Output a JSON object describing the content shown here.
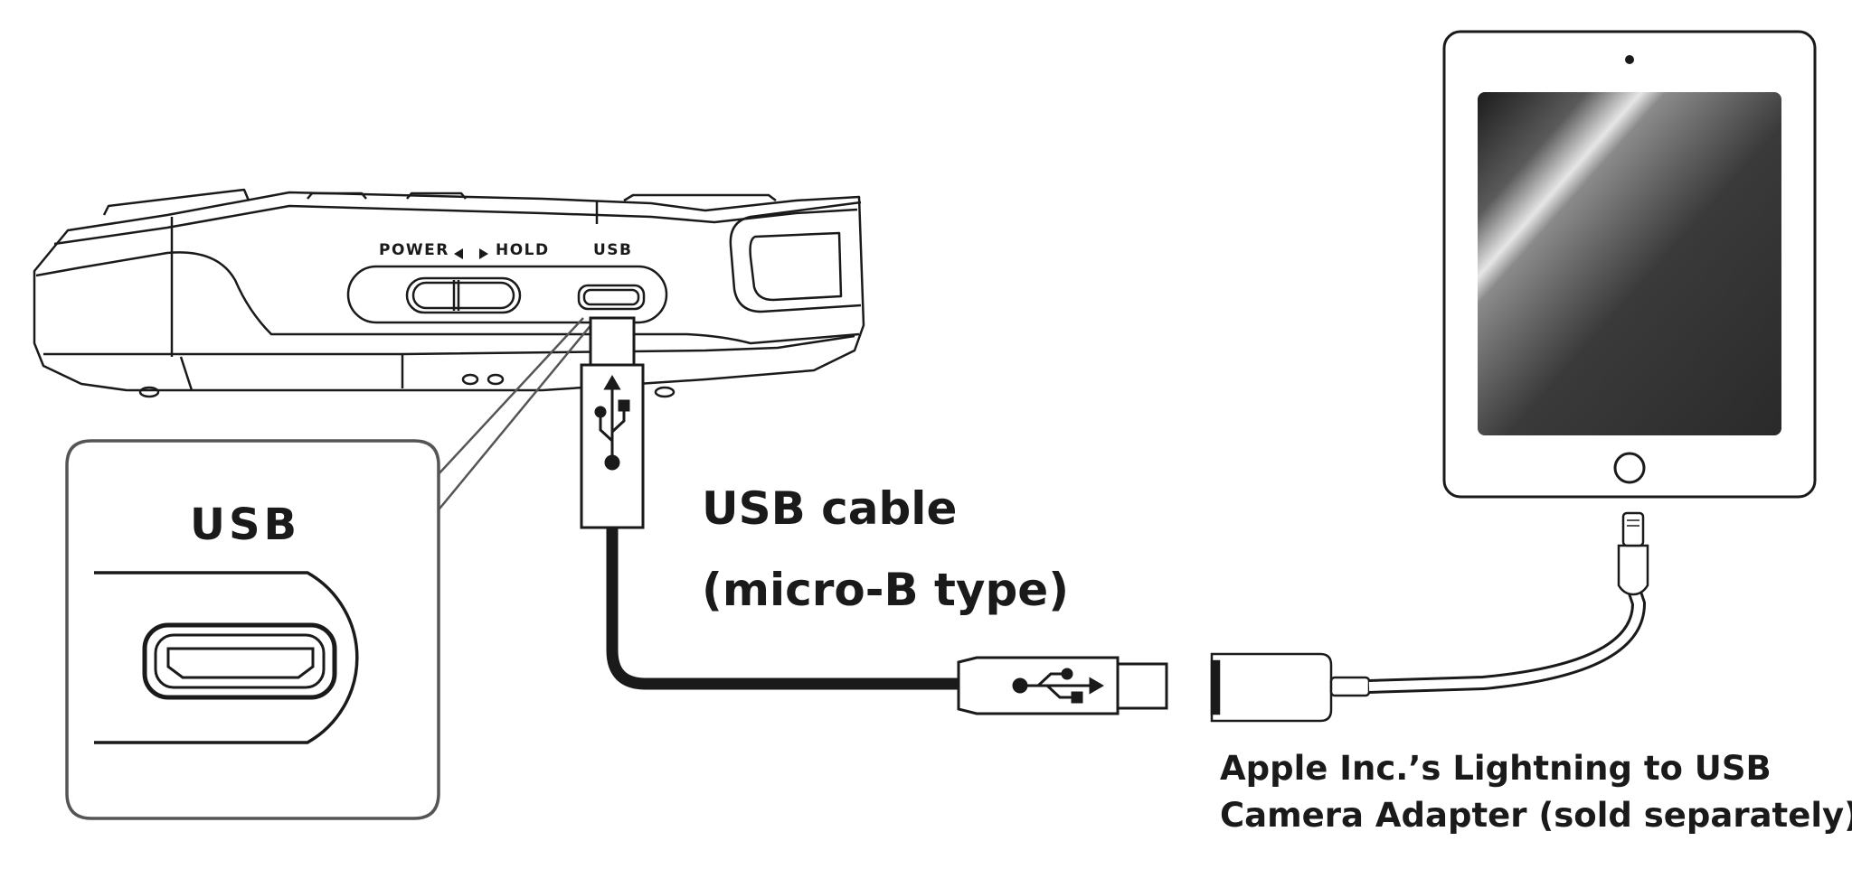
{
  "recorder": {
    "power_label": "POWER",
    "hold_label": "HOLD",
    "usb_label": "USB"
  },
  "zoom_inset": {
    "usb_label": "USB"
  },
  "usb_cable": {
    "line1": "USB cable",
    "line2": "(micro-B type)"
  },
  "adapter": {
    "line1": "Apple Inc.’s Lightning to USB",
    "line2": "Camera Adapter (sold separately)"
  },
  "colors": {
    "stroke": "#1a1a1a",
    "inset_border": "#555555",
    "screen_dark": "#2b2b2b",
    "background": "#ffffff"
  }
}
